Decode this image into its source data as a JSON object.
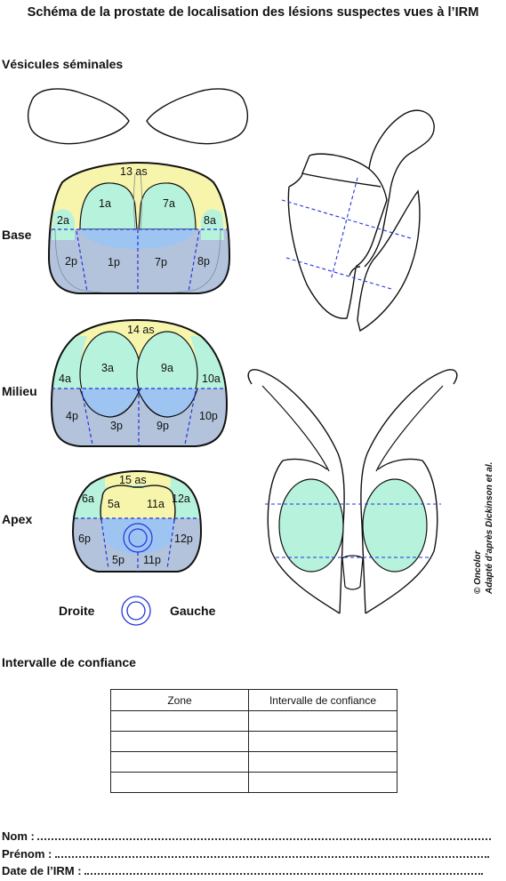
{
  "title": "Schéma de la prostate de localisation des lésions suspectes vues à l’IRM",
  "sections": {
    "vesicules": "Vésicules séminales",
    "base": "Base",
    "milieu": "Milieu",
    "apex": "Apex",
    "intervalle": "Intervalle de confiance"
  },
  "orientation": {
    "droite": "Droite",
    "gauche": "Gauche"
  },
  "zones": {
    "base": {
      "z13as": "13 as",
      "z1a": "1a",
      "z7a": "7a",
      "z2a": "2a",
      "z8a": "8a",
      "z2p": "2p",
      "z1p": "1p",
      "z7p": "7p",
      "z8p": "8p"
    },
    "milieu": {
      "z14as": "14 as",
      "z3a": "3a",
      "z9a": "9a",
      "z4a": "4a",
      "z10a": "10a",
      "z4p": "4p",
      "z3p": "3p",
      "z9p": "9p",
      "z10p": "10p"
    },
    "apex": {
      "z15as": "15 as",
      "z6a": "6a",
      "z12a": "12a",
      "z5a": "5a",
      "z11a": "11a",
      "z6p": "6p",
      "z12p": "12p",
      "z5p": "5p",
      "z11p": "11p"
    }
  },
  "credit": {
    "line1": "© Oncolor",
    "line2": "Adapté d’après Dickinson et al."
  },
  "table": {
    "headers": [
      "Zone",
      "Intervalle de confiance"
    ],
    "rows": [
      [
        "",
        ""
      ],
      [
        "",
        ""
      ],
      [
        "",
        ""
      ],
      [
        "",
        ""
      ]
    ]
  },
  "form": {
    "nom": "Nom :",
    "prenom": "Prénom :",
    "date": "Date de l’IRM :"
  },
  "colors": {
    "anterior": "#b7f2dc",
    "stroma": "#f7f5ac",
    "peripheral": "#b3c3dc",
    "posterior_blue": "#9ec4f2",
    "dash": "#2233dd"
  }
}
